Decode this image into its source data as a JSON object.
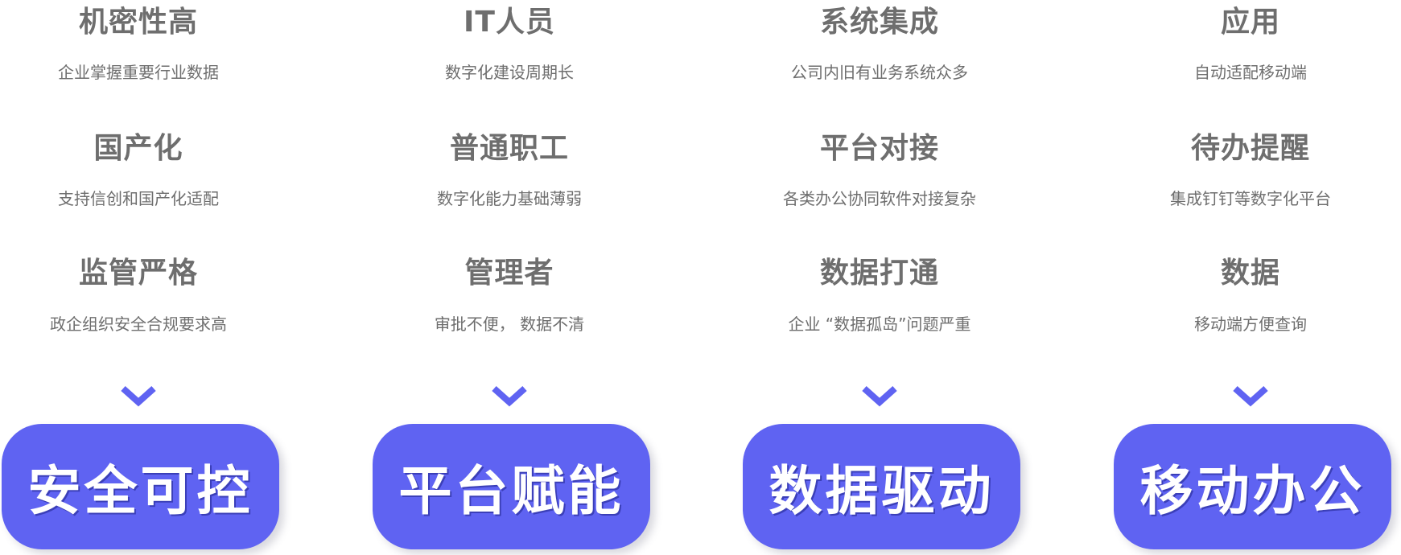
{
  "colors": {
    "accent": "#5f63f2",
    "text": "#6e6e6e",
    "background": "#ffffff"
  },
  "columns": [
    {
      "items": [
        {
          "title": "机密性高",
          "desc": "企业掌握重要行业数据"
        },
        {
          "title": "国产化",
          "desc": "支持信创和国产化适配"
        },
        {
          "title": "监管严格",
          "desc": "政企组织安全合规要求高"
        }
      ],
      "chevron_icon": "chevron-down-icon",
      "button_label": "安全可控"
    },
    {
      "items": [
        {
          "title": "IT人员",
          "desc": "数字化建设周期长"
        },
        {
          "title": "普通职工",
          "desc": "数字化能力基础薄弱"
        },
        {
          "title": "管理者",
          "desc": "审批不便， 数据不清"
        }
      ],
      "chevron_icon": "chevron-down-icon",
      "button_label": "平台赋能"
    },
    {
      "items": [
        {
          "title": "系统集成",
          "desc": "公司内旧有业务系统众多"
        },
        {
          "title": "平台对接",
          "desc": "各类办公协同软件对接复杂"
        },
        {
          "title": "数据打通",
          "desc": "企业 “数据孤岛”问题严重"
        }
      ],
      "chevron_icon": "chevron-down-icon",
      "button_label": "数据驱动"
    },
    {
      "items": [
        {
          "title": "应用",
          "desc": "自动适配移动端"
        },
        {
          "title": "待办提醒",
          "desc": "集成钉钉等数字化平台"
        },
        {
          "title": "数据",
          "desc": "移动端方便查询"
        }
      ],
      "chevron_icon": "chevron-down-icon",
      "button_label": "移动办公"
    }
  ]
}
